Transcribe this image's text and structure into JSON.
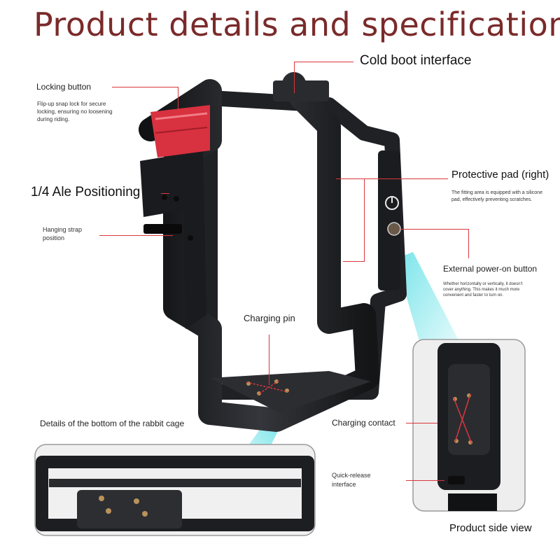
{
  "title": "Product details and specifications",
  "labels": {
    "cold_boot": "Cold boot interface",
    "locking_button": "Locking button",
    "locking_button_desc": "Flip-up snap lock for secure locking, ensuring no loosening during riding.",
    "quarter_positioning": "1/4 Ale Positioning",
    "hanging_strap": "Hanging strap position",
    "protective_pad": "Protective pad (right)",
    "protective_pad_desc": "The fitting area is equipped with a silicone pad, effectively preventing scratches.",
    "external_power": "External power-on button",
    "external_power_desc": "Whether horizontally or vertically, it doesn't cover anything. This makes it much more convenient and faster to turn on.",
    "charging_pin": "Charging pin",
    "bottom_details": "Details of the bottom of the rabbit cage",
    "charging_contact": "Charging contact",
    "quick_release": "Quick-release interface",
    "side_view": "Product side view"
  },
  "colors": {
    "title": "#7a2a2a",
    "accent_red": "#d9363e",
    "cage_dark": "#1e1f22",
    "lock_red": "#d8313f",
    "beam_cyan": "#5fe0e6"
  }
}
